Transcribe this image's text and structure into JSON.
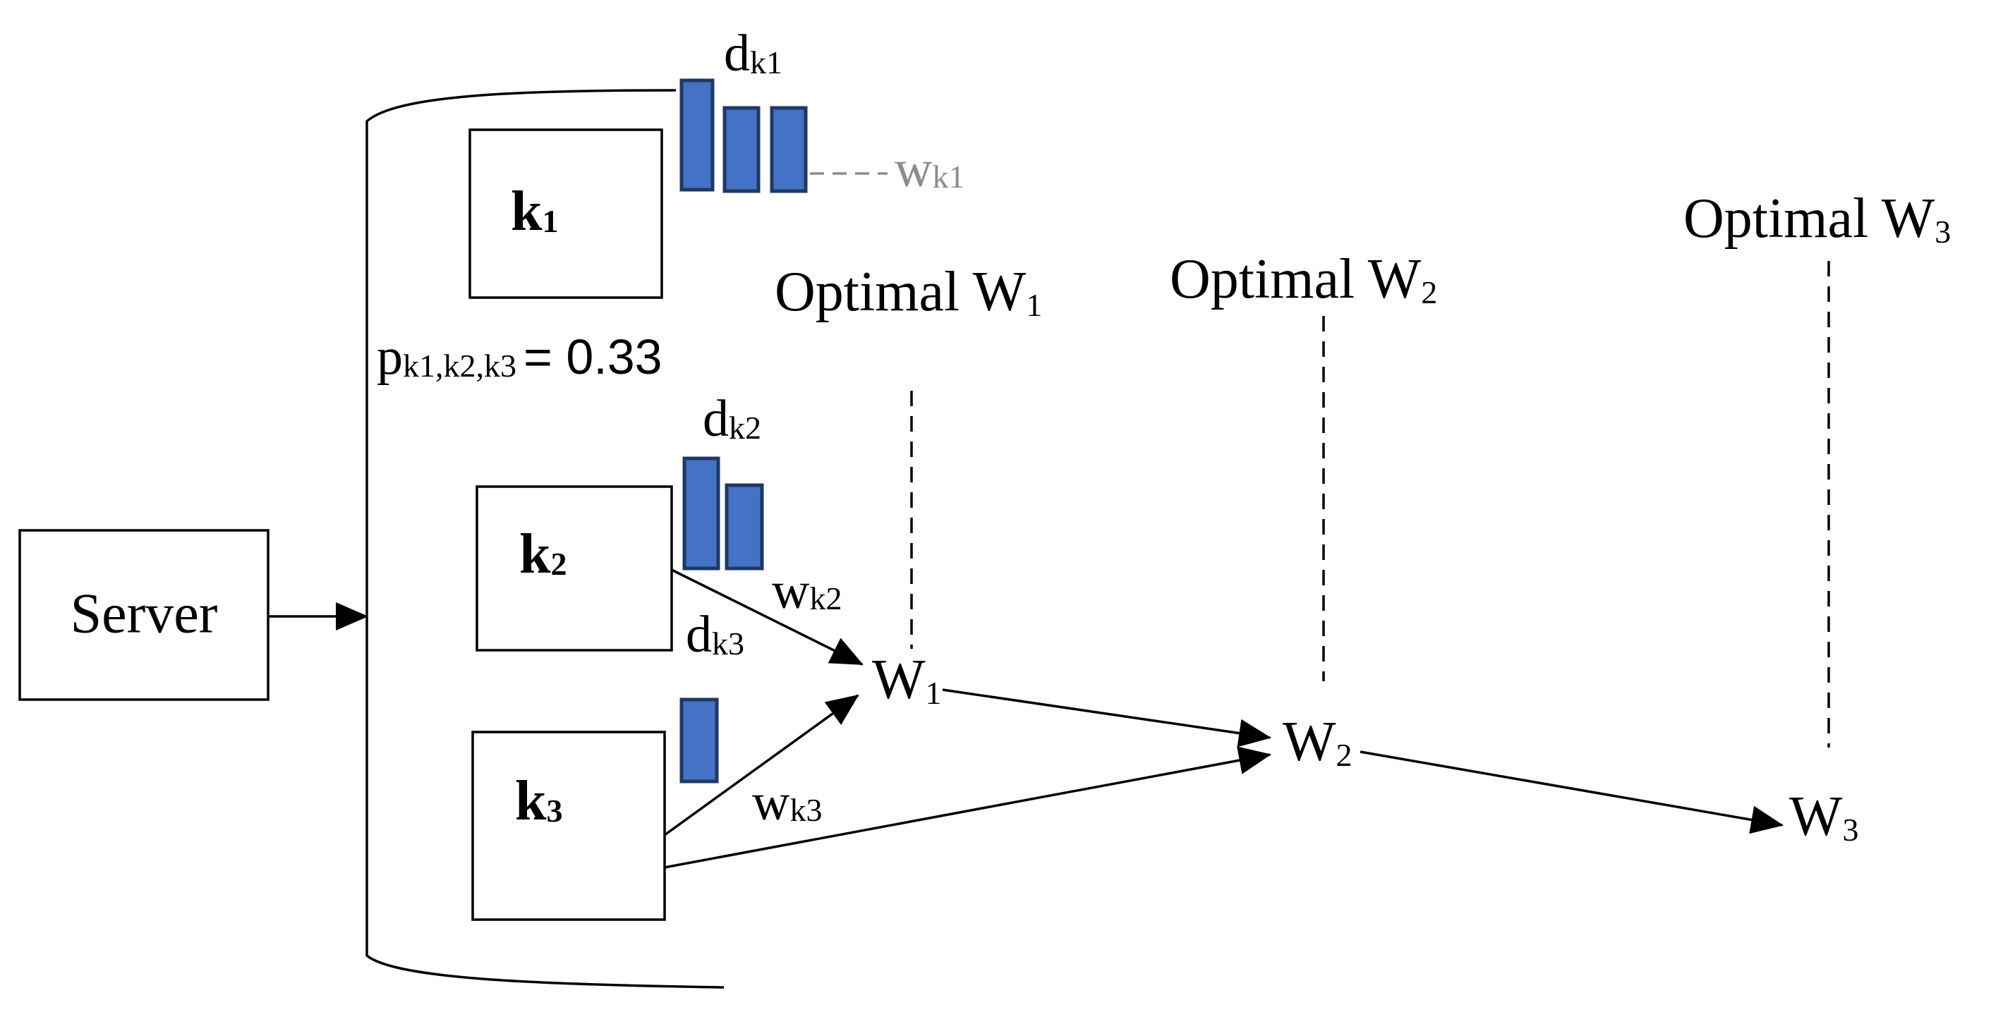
{
  "server": {
    "label": "Server"
  },
  "clients": [
    {
      "name": "k",
      "sub": "1"
    },
    {
      "name": "k",
      "sub": "2"
    },
    {
      "name": "k",
      "sub": "3"
    }
  ],
  "probability": {
    "main": "p",
    "sub": "k1,k2,k3",
    "value": "= 0.33"
  },
  "data_labels": [
    {
      "main": "d",
      "sub": "k1"
    },
    {
      "main": "d",
      "sub": "k2"
    },
    {
      "main": "d",
      "sub": "k3"
    }
  ],
  "weight_labels": [
    {
      "main": "w",
      "sub": "k1"
    },
    {
      "main": "w",
      "sub": "k2"
    },
    {
      "main": "w",
      "sub": "k3"
    }
  ],
  "global_weights": [
    {
      "main": "W",
      "sub": "1"
    },
    {
      "main": "W",
      "sub": "2"
    },
    {
      "main": "W",
      "sub": "3"
    }
  ],
  "optimal_labels": [
    {
      "main": "Optimal W",
      "sub": "1"
    },
    {
      "main": "Optimal W",
      "sub": "2"
    },
    {
      "main": "Optimal W",
      "sub": "3"
    }
  ],
  "colors": {
    "bar_fill": "#4472c4",
    "bar_stroke": "#1f3864",
    "muted_text": "#8c8c8c"
  }
}
